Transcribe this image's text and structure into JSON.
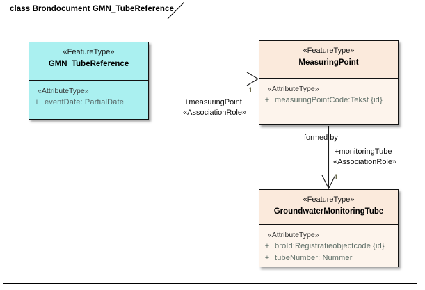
{
  "diagram": {
    "title": "class Brondocument GMN_TubeReference",
    "colors": {
      "feature_type_cyan": "#aaf0f0",
      "feature_type_peach": "#fbeadc",
      "border": "#121212",
      "attribute_text": "#5f6f68"
    }
  },
  "classes": [
    {
      "id": "gmn-tubereference",
      "stereotype": "«FeatureType»",
      "name": "GMN_TubeReference",
      "attr_stereotype": "«AttributeType»",
      "attributes": [
        {
          "visibility": "+",
          "text": "eventDate: PartialDate"
        }
      ]
    },
    {
      "id": "measuringpoint",
      "stereotype": "«FeatureType»",
      "name": "MeasuringPoint",
      "attr_stereotype": "«AttributeType»",
      "attributes": [
        {
          "visibility": "+",
          "text": "measuringPointCode:Tekst {id}"
        }
      ]
    },
    {
      "id": "groundwatermonitoringtube",
      "stereotype": "«FeatureType»",
      "name": "GroundwaterMonitoringTube",
      "attr_stereotype": "«AttributeType»",
      "attributes": [
        {
          "visibility": "+",
          "text": "broId:Registratieobjectcode {id}"
        },
        {
          "visibility": "+",
          "text": "tubeNumber: Nummer"
        }
      ]
    }
  ],
  "associations": [
    {
      "id": "tubereference-to-measuringpoint",
      "target_multiplicity": "1",
      "role_name": "+measuringPoint",
      "role_stereotype": "«AssociationRole»"
    },
    {
      "id": "measuringpoint-to-monitoringtube",
      "name": "formed by",
      "role_name": "+monitoringTube",
      "role_stereotype": "«AssociationRole»",
      "target_multiplicity": "1"
    }
  ]
}
